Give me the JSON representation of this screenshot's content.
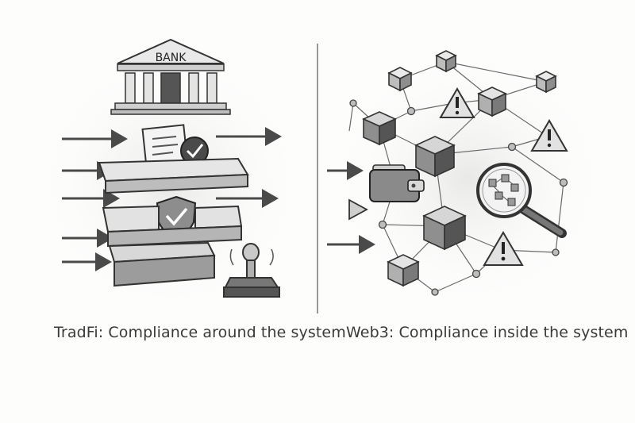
{
  "bank": {
    "sign": "BANK"
  },
  "captions": {
    "left": "TradFi: Compliance around the system",
    "right": "Web3: Compliance inside the system"
  },
  "icons": {
    "left": [
      "bank-icon",
      "document-check-icon",
      "shield-check-icon",
      "stamp-icon",
      "arrow-icon"
    ],
    "right": [
      "blockchain-node-icon",
      "warning-icon",
      "wallet-icon",
      "magnifier-icon",
      "arrow-icon"
    ]
  },
  "colors": {
    "ink": "#3a3a3a",
    "paper": "#fdfdfc",
    "shade": "#8a8a8a"
  }
}
